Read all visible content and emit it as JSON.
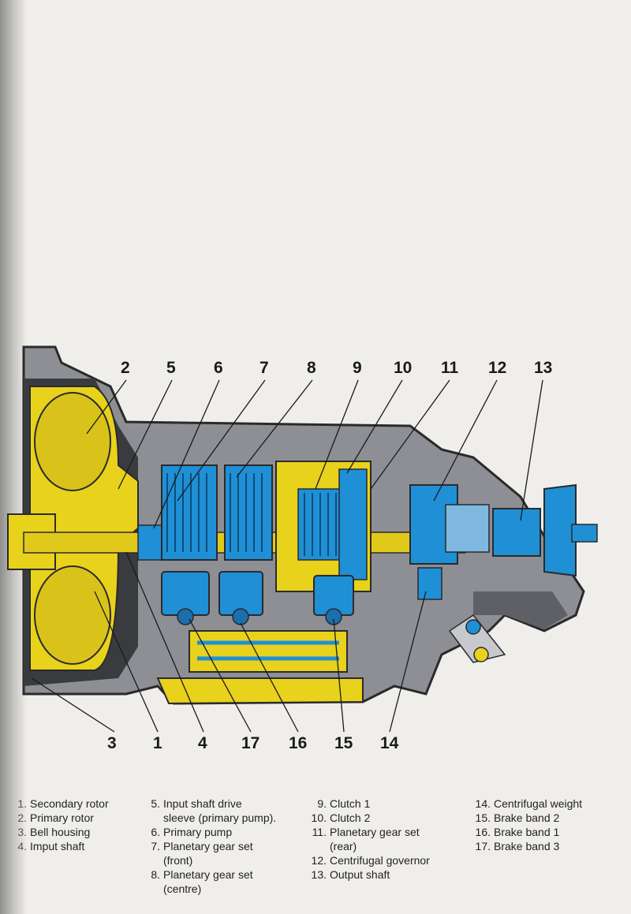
{
  "callouts": {
    "top": [
      "2",
      "5",
      "6",
      "7",
      "8",
      "9",
      "10",
      "11",
      "12",
      "13"
    ],
    "bottom": [
      "3",
      "1",
      "4",
      "17",
      "16",
      "15",
      "14"
    ]
  },
  "legend": {
    "col1": [
      {
        "num": "1.",
        "text": "Secondary rotor"
      },
      {
        "num": "2.",
        "text": "Primary rotor"
      },
      {
        "num": "3.",
        "text": "Bell housing"
      },
      {
        "num": "4.",
        "text": "Imput shaft"
      }
    ],
    "col2": [
      {
        "num": "5.",
        "text": "Input shaft drive"
      },
      {
        "num": "",
        "text": "sleeve (primary pump)."
      },
      {
        "num": "6.",
        "text": "Primary pump"
      },
      {
        "num": "7.",
        "text": "Planetary gear set"
      },
      {
        "num": "",
        "text": "(front)"
      },
      {
        "num": "8.",
        "text": "Planetary gear set"
      },
      {
        "num": "",
        "text": "(centre)"
      }
    ],
    "col3": [
      {
        "num": "9.",
        "text": "Clutch 1"
      },
      {
        "num": "10.",
        "text": "Clutch 2"
      },
      {
        "num": "11.",
        "text": "Planetary gear set"
      },
      {
        "num": "",
        "text": "(rear)"
      },
      {
        "num": "12.",
        "text": "Centrifugal governor"
      },
      {
        "num": "13.",
        "text": "Output shaft"
      }
    ],
    "col4": [
      {
        "num": "14.",
        "text": "Centrifugal weight"
      },
      {
        "num": "15.",
        "text": "Brake band 2"
      },
      {
        "num": "16.",
        "text": "Brake band 1"
      },
      {
        "num": "17.",
        "text": "Brake band 3"
      }
    ]
  },
  "colors": {
    "yellow": "#e8d21c",
    "blue": "#1f8fd6",
    "housing": "#8d8f94",
    "dark": "#2a2a2c",
    "paper": "#efeeea"
  }
}
